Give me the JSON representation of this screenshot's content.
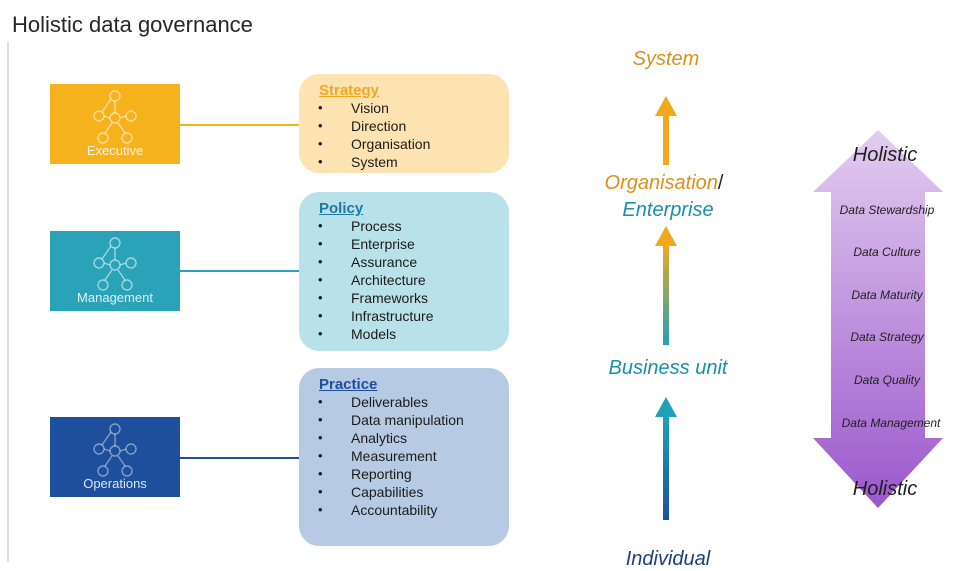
{
  "title": "Holistic data governance",
  "levels": [
    {
      "label": "Executive",
      "color": "#f5b21c"
    },
    {
      "label": "Management",
      "color": "#2aa3b9"
    },
    {
      "label": "Operations",
      "color": "#1d4f9c"
    }
  ],
  "cards": [
    {
      "heading": "Strategy",
      "heading_color": "#f2a81d",
      "fill": "#fde3b1",
      "items": [
        "Vision",
        "Direction",
        "Organisation",
        "System"
      ]
    },
    {
      "heading": "Policy",
      "heading_color": "#1d7aa0",
      "fill": "#b8e1ea",
      "items": [
        "Process",
        "Enterprise",
        "Assurance",
        "Architecture",
        "Frameworks",
        "Infrastructure",
        "Models"
      ]
    },
    {
      "heading": "Practice",
      "heading_color": "#1f4ea0",
      "fill": "#b6cae3",
      "items": [
        "Deliverables",
        "Data manipulation",
        "Analytics",
        "Measurement",
        "Reporting",
        "Capabilities",
        "Accountability"
      ]
    }
  ],
  "scale": {
    "system": "System",
    "organisation": "Organisation",
    "slash": "/",
    "enterprise": "Enterprise",
    "business_unit": "Business unit",
    "individual": "Individual",
    "colors": {
      "gold": "#d9911c",
      "teal": "#1a8fa8",
      "navy": "#1d3f80"
    }
  },
  "holistic": {
    "top": "Holistic",
    "bottom": "Holistic",
    "items": [
      "Data Stewardship",
      "Data Culture",
      "Data Maturity",
      "Data Strategy",
      "Data Quality",
      "Data Management"
    ],
    "gradient_top": "#e3cdf0",
    "gradient_bottom": "#9b57cc"
  }
}
